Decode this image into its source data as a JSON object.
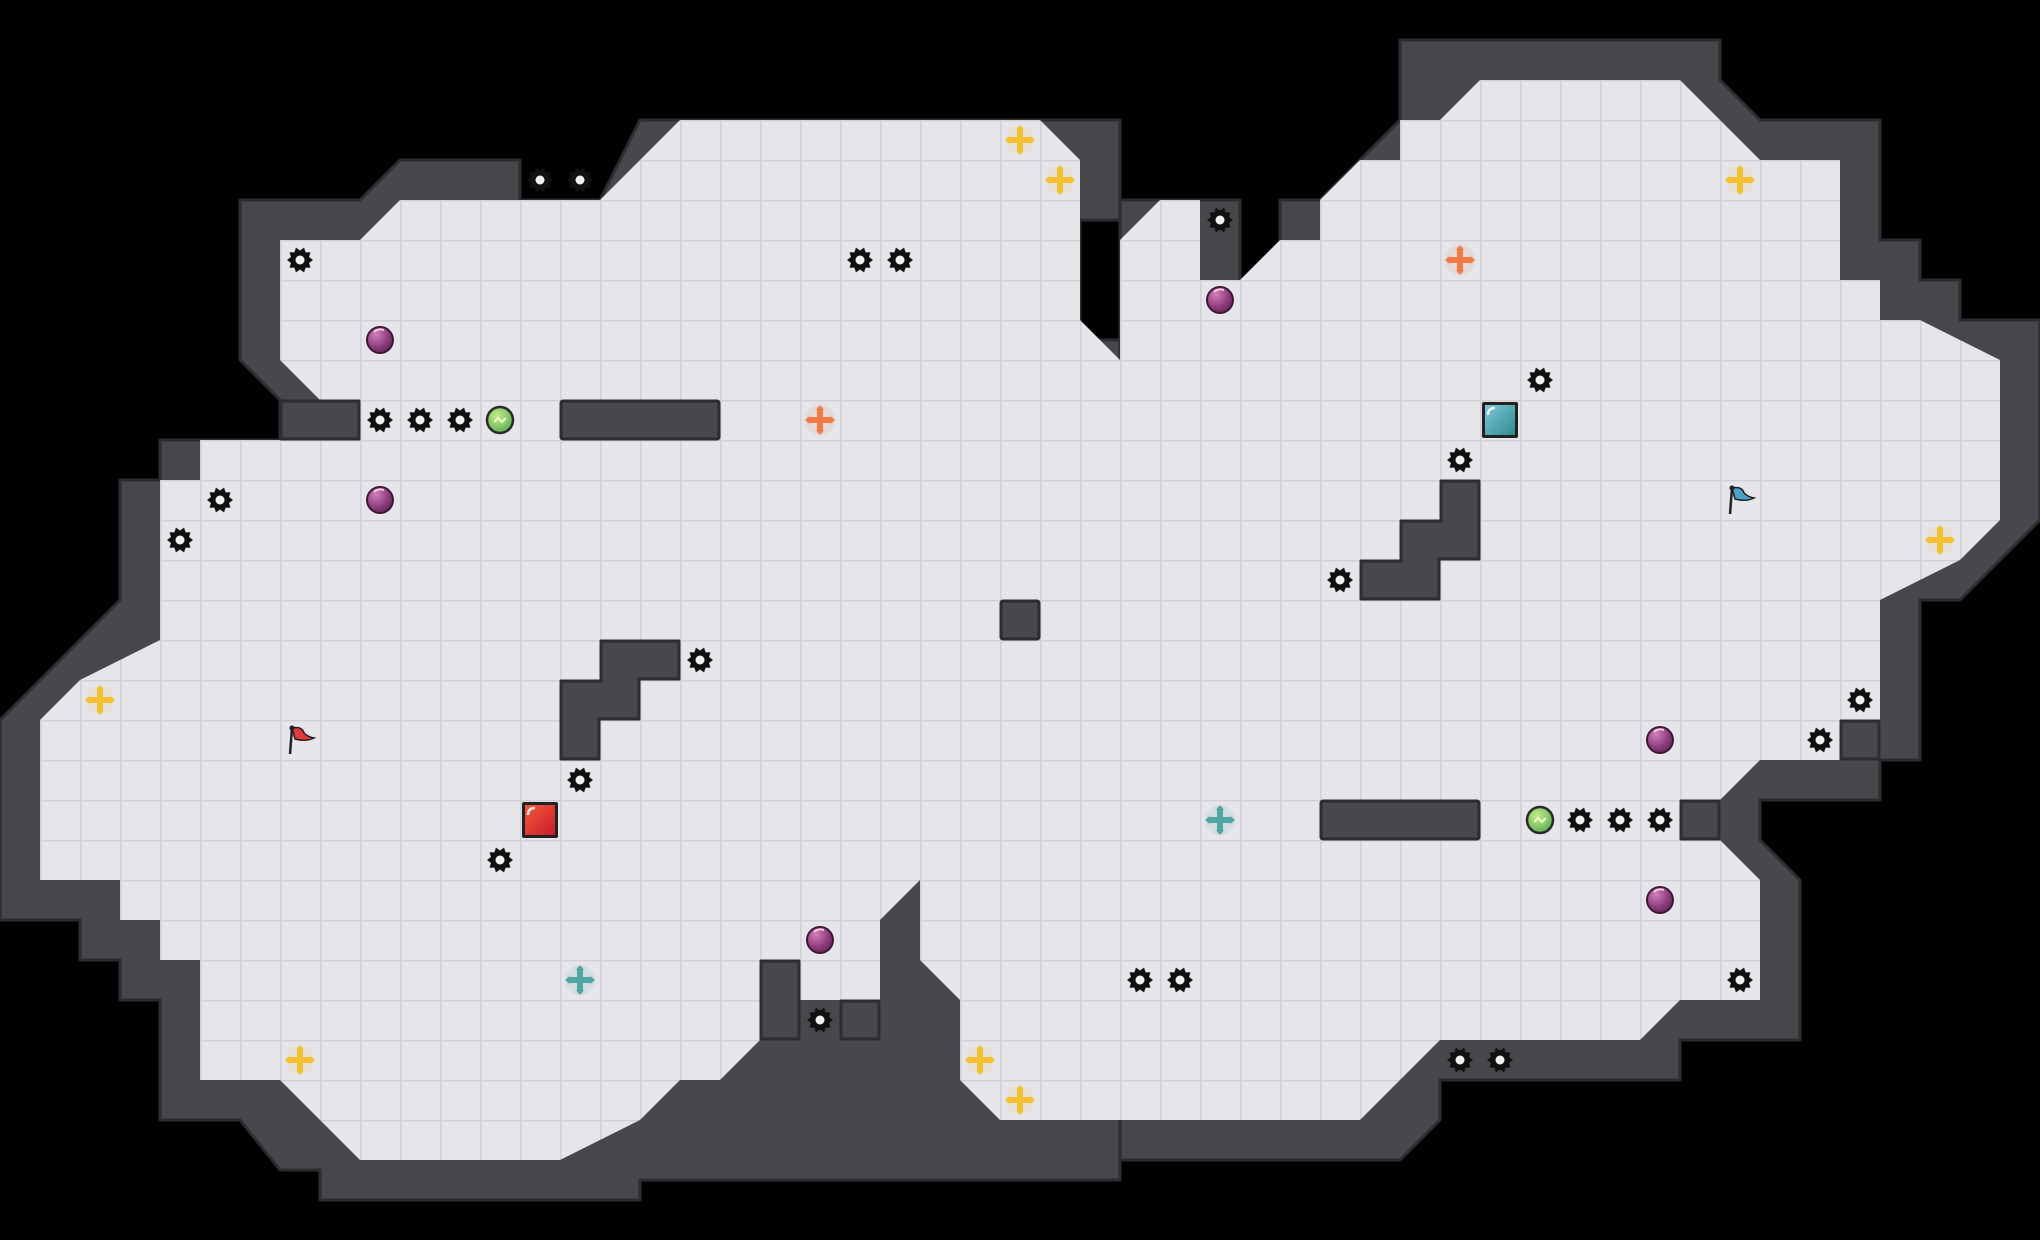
{
  "game": {
    "cell_size_units": 1,
    "grid": {
      "cols": 51,
      "rows": 31
    },
    "palette": {
      "background": "#000000",
      "floor": "#e6e6ea",
      "grid_line": "#d0d0d5",
      "wall": "#48484c",
      "wall_edge": "#2d2d31",
      "red_player": "#e8342a",
      "blue_player": "#3fa3c0",
      "orb": "#8e3b7d",
      "switch_green": "#8ccc59",
      "gear": "#111111",
      "yellow_cross": "#f2c230",
      "orange_cross": "#f07a45",
      "teal_cross": "#4fa7a4",
      "red_flag": "#e13a3a",
      "blue_flag": "#4aa3c7"
    },
    "players": [
      {
        "team": "red",
        "icon": "red-square-player",
        "col": 13,
        "row": 20
      },
      {
        "team": "blue",
        "icon": "blue-square-player",
        "col": 37,
        "row": 10
      }
    ],
    "flags": [
      {
        "team": "red",
        "icon": "red-flag-icon",
        "col": 7,
        "row": 18
      },
      {
        "team": "blue",
        "icon": "blue-flag-icon",
        "col": 43,
        "row": 12
      }
    ],
    "orbs": [
      [
        9,
        8
      ],
      [
        9,
        12
      ],
      [
        30,
        7
      ],
      [
        20,
        23
      ],
      [
        41,
        18
      ],
      [
        41,
        22
      ]
    ],
    "switches": [
      [
        12,
        10
      ],
      [
        38,
        20
      ]
    ],
    "gears": [
      [
        7,
        6
      ],
      [
        13,
        4
      ],
      [
        14,
        4
      ],
      [
        21,
        6
      ],
      [
        22,
        6
      ],
      [
        30,
        5
      ],
      [
        38,
        9
      ],
      [
        9,
        10
      ],
      [
        10,
        10
      ],
      [
        11,
        10
      ],
      [
        5,
        12
      ],
      [
        4,
        13
      ],
      [
        36,
        11
      ],
      [
        33,
        14
      ],
      [
        17,
        16
      ],
      [
        14,
        19
      ],
      [
        12,
        21
      ],
      [
        20,
        25
      ],
      [
        28,
        24
      ],
      [
        29,
        24
      ],
      [
        36,
        26
      ],
      [
        37,
        26
      ],
      [
        46,
        17
      ],
      [
        45,
        18
      ],
      [
        39,
        20
      ],
      [
        40,
        20
      ],
      [
        41,
        20
      ],
      [
        43,
        24
      ]
    ],
    "crosses": [
      {
        "color": "yellow",
        "col": 25,
        "row": 3
      },
      {
        "color": "yellow",
        "col": 26,
        "row": 4
      },
      {
        "color": "yellow",
        "col": 43,
        "row": 4
      },
      {
        "color": "yellow",
        "col": 48,
        "row": 13
      },
      {
        "color": "yellow",
        "col": 2,
        "row": 17
      },
      {
        "color": "yellow",
        "col": 7,
        "row": 26
      },
      {
        "color": "yellow",
        "col": 24,
        "row": 26
      },
      {
        "color": "yellow",
        "col": 25,
        "row": 27
      },
      {
        "color": "orange",
        "col": 20,
        "row": 10
      },
      {
        "color": "orange",
        "col": 36,
        "row": 6
      },
      {
        "color": "teal",
        "col": 14,
        "row": 24
      },
      {
        "color": "teal",
        "col": 30,
        "row": 20
      }
    ]
  }
}
